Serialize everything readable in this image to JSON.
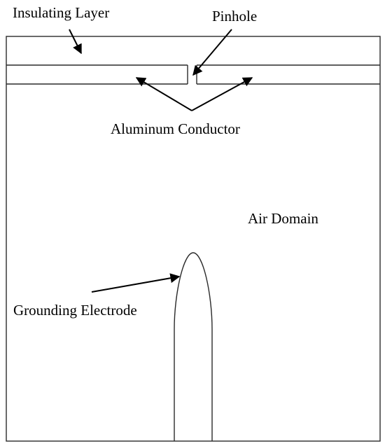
{
  "labels": {
    "insulating_layer": "Insulating Layer",
    "pinhole": "Pinhole",
    "aluminum_conductor": "Aluminum Conductor",
    "air_domain": "Air Domain",
    "grounding_electrode": "Grounding Electrode"
  },
  "colors": {
    "domain_fill": "#c8c8c8",
    "outline": "#2a2a2a",
    "background": "#ffffff"
  }
}
